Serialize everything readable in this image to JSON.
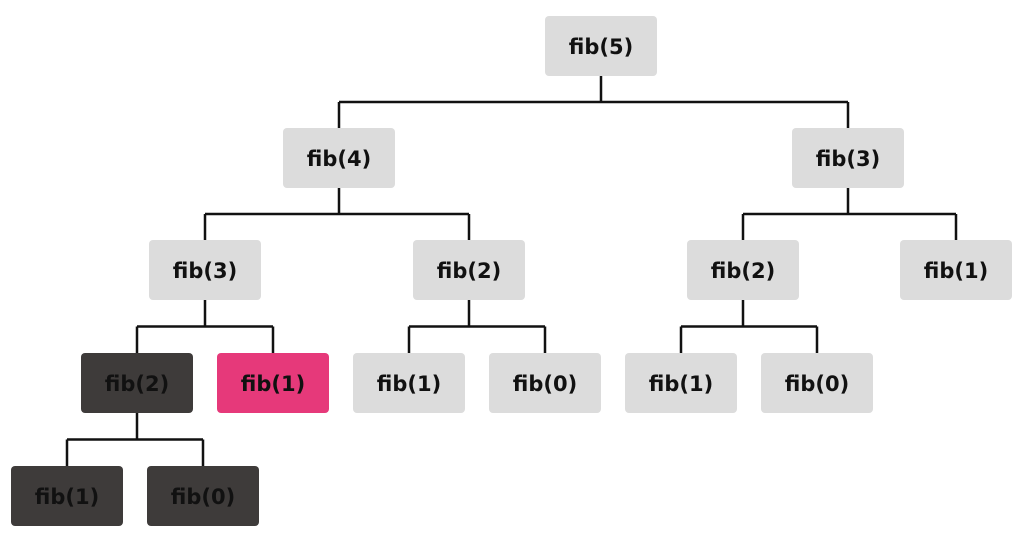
{
  "colors": {
    "default": "#dcdcdc",
    "visited": "#3e3b3a",
    "current": "#e6397a",
    "text": "#111111",
    "edge": "#111111"
  },
  "nodes": [
    {
      "id": "n-fib5",
      "label": "fib(5)",
      "state": "default"
    },
    {
      "id": "n-fib4",
      "label": "fib(4)",
      "state": "default"
    },
    {
      "id": "n-fib3-r",
      "label": "fib(3)",
      "state": "default"
    },
    {
      "id": "n-fib3-l",
      "label": "fib(3)",
      "state": "default"
    },
    {
      "id": "n-fib2-a",
      "label": "fib(2)",
      "state": "default"
    },
    {
      "id": "n-fib2-b",
      "label": "fib(2)",
      "state": "default"
    },
    {
      "id": "n-fib1-a",
      "label": "fib(1)",
      "state": "default"
    },
    {
      "id": "n-fib2-c",
      "label": "fib(2)",
      "state": "visited"
    },
    {
      "id": "n-fib1-b",
      "label": "fib(1)",
      "state": "current"
    },
    {
      "id": "n-fib1-c",
      "label": "fib(1)",
      "state": "default"
    },
    {
      "id": "n-fib0-a",
      "label": "fib(0)",
      "state": "default"
    },
    {
      "id": "n-fib1-d",
      "label": "fib(1)",
      "state": "default"
    },
    {
      "id": "n-fib0-b",
      "label": "fib(0)",
      "state": "default"
    },
    {
      "id": "n-fib1-e",
      "label": "fib(1)",
      "state": "visited"
    },
    {
      "id": "n-fib0-c",
      "label": "fib(0)",
      "state": "visited"
    }
  ],
  "edges": [
    {
      "parent": "n-fib5",
      "children": [
        "n-fib4",
        "n-fib3-r"
      ]
    },
    {
      "parent": "n-fib4",
      "children": [
        "n-fib3-l",
        "n-fib2-a"
      ]
    },
    {
      "parent": "n-fib3-r",
      "children": [
        "n-fib2-b",
        "n-fib1-a"
      ]
    },
    {
      "parent": "n-fib3-l",
      "children": [
        "n-fib2-c",
        "n-fib1-b"
      ]
    },
    {
      "parent": "n-fib2-a",
      "children": [
        "n-fib1-c",
        "n-fib0-a"
      ]
    },
    {
      "parent": "n-fib2-b",
      "children": [
        "n-fib1-d",
        "n-fib0-b"
      ]
    },
    {
      "parent": "n-fib2-c",
      "children": [
        "n-fib1-e",
        "n-fib0-c"
      ]
    }
  ]
}
